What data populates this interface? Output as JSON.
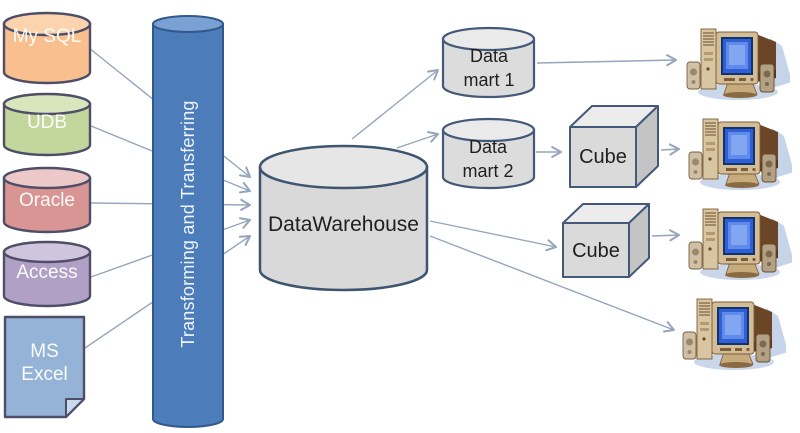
{
  "diagram": {
    "background": "#ffffff",
    "connector_color": "#96a5bc",
    "outline_color": "#4e4e68",
    "sources": [
      {
        "label": "My SQL",
        "shape": "cylinder",
        "fill": "#f9bf8f"
      },
      {
        "label": "UDB",
        "shape": "cylinder",
        "fill": "#c3d69b"
      },
      {
        "label": "Oracle",
        "shape": "cylinder",
        "fill": "#d89593"
      },
      {
        "label": "Access",
        "shape": "cylinder",
        "fill": "#b0a0c6"
      },
      {
        "label": "MS Excel",
        "shape": "document",
        "fill": "#95b3d7"
      }
    ],
    "etl_pipe": {
      "label": "Transforming and Transferring",
      "shape": "cylinder",
      "fill": "#4d7cba"
    },
    "warehouse": {
      "label": "DataWarehouse",
      "shape": "cylinder",
      "fill": "#d9d9d9"
    },
    "data_marts": [
      {
        "label": "Data mart 1"
      },
      {
        "label": "Data mart 2"
      }
    ],
    "cubes": [
      {
        "label": "Cube"
      },
      {
        "label": "Cube"
      }
    ],
    "clients": [
      {
        "icon": "desktop-computer-icon"
      },
      {
        "icon": "desktop-computer-icon"
      },
      {
        "icon": "desktop-computer-icon"
      },
      {
        "icon": "desktop-computer-icon"
      }
    ],
    "flows": [
      "My SQL → DataWarehouse",
      "UDB → DataWarehouse",
      "Oracle → DataWarehouse",
      "Access → DataWarehouse",
      "MS Excel → DataWarehouse",
      "DataWarehouse → Data mart 1",
      "DataWarehouse → Data mart 2",
      "DataWarehouse → Cube",
      "DataWarehouse → client",
      "Data mart 1 → client",
      "Data mart 2 → Cube",
      "Cube → client",
      "Cube → client"
    ]
  }
}
